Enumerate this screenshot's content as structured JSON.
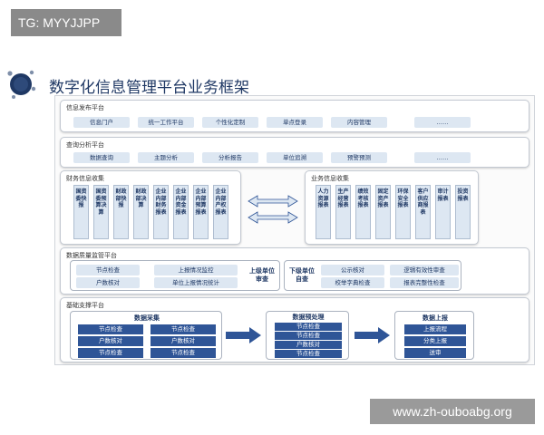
{
  "watermark_top": "TG: MYYJJPP",
  "watermark_bottom": "www.zh-ouboabg.org",
  "title": "数字化信息管理平台业务框架",
  "info_publish": {
    "title": "信息发布平台",
    "items": [
      "信息门户",
      "统一工作平台",
      "个性化定制",
      "单点登录",
      "内容管理",
      "……"
    ]
  },
  "query_analysis": {
    "title": "查询分析平台",
    "items": [
      "数据查询",
      "主题分析",
      "分析报告",
      "单位追溯",
      "预警预测",
      "……"
    ]
  },
  "finance": {
    "title": "财务信息收集",
    "cols": [
      "国资委快报",
      "国资委预算决算",
      "财政部快报",
      "财政部决算",
      "企业内部财务报表",
      "企业内部资金报表",
      "企业内部预算报表",
      "企业内部产权报表"
    ]
  },
  "business": {
    "title": "业务信息收集",
    "cols": [
      "人力资源报表",
      "生产经营报表",
      "绩效考核报表",
      "固定资产报表",
      "环保安全报表",
      "客户供应商报表",
      "审计报表",
      "投资报表"
    ]
  },
  "quality": {
    "title": "数据质量监管平台",
    "upper_label": "上级单位审查",
    "lower_label": "下级单位自查",
    "upper_items": [
      "节点检查",
      "上报情况监控",
      "户数核对",
      "单位上报情况统计"
    ],
    "lower_items": [
      "公示核对",
      "逻辑有效性审查",
      "校举字典检查",
      "报表完整性检查"
    ]
  },
  "support": {
    "title": "基础支撑平台",
    "collect": {
      "title": "数据采集",
      "items": [
        "节点检查",
        "节点检查",
        "户数核对",
        "户数核对",
        "节点检查",
        "节点检查"
      ]
    },
    "preprocess": {
      "title": "数据预处理",
      "items": [
        "节点检查",
        "节点检查",
        "户数核对",
        "节点检查"
      ]
    },
    "report": {
      "title": "数据上报",
      "items": [
        "上报流程",
        "分类上报",
        "送审"
      ]
    }
  }
}
